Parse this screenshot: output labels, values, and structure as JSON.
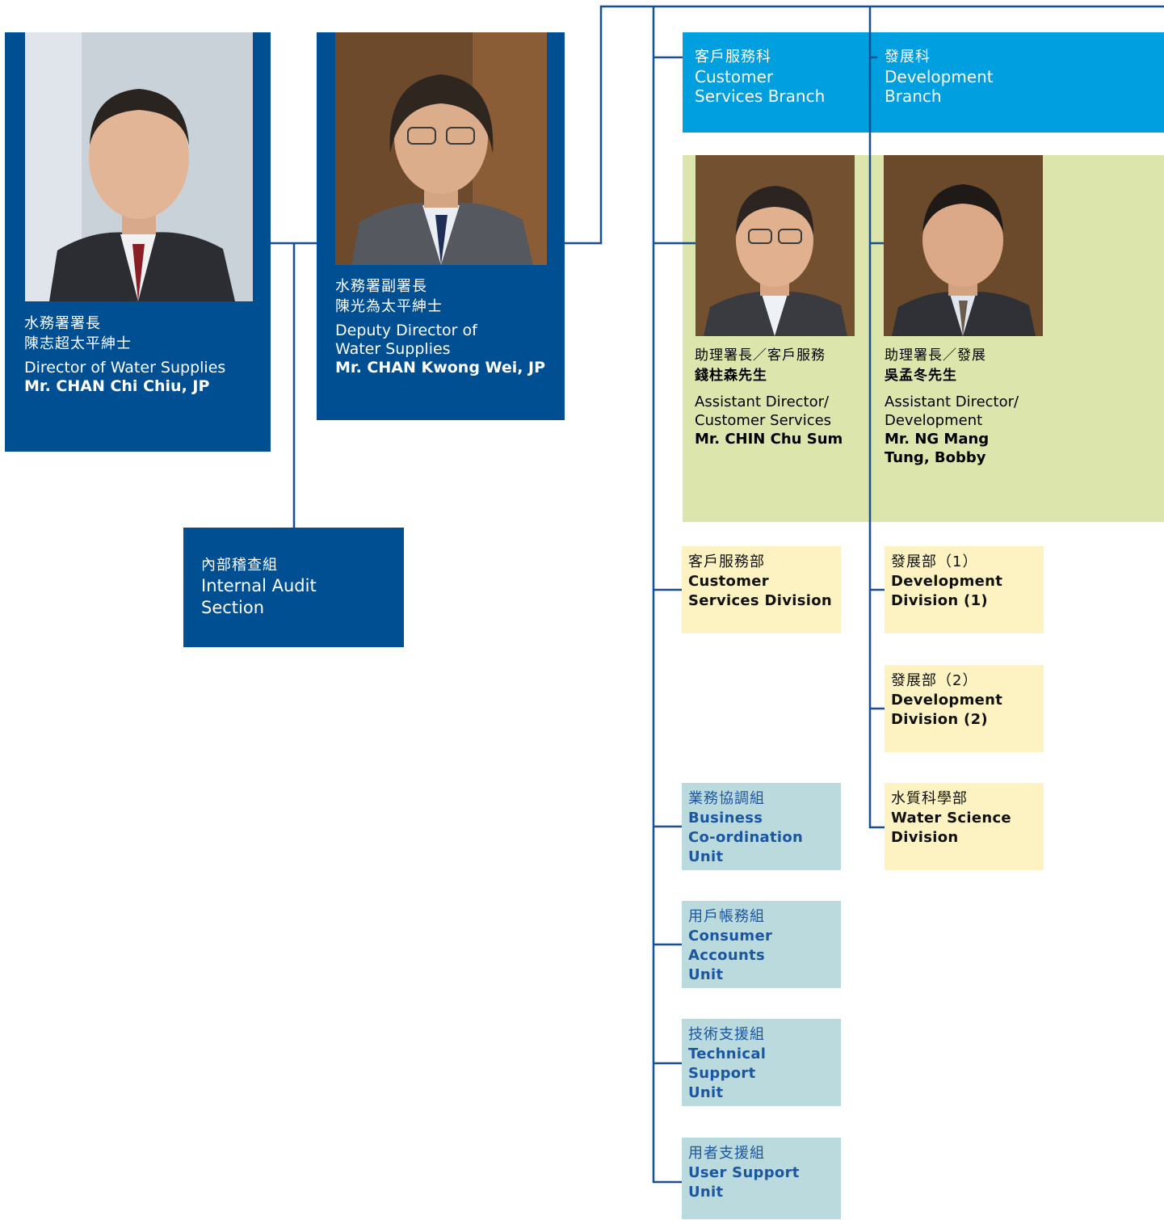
{
  "director": {
    "title_zh": "水務署署長",
    "name_zh": "陳志超太平紳士",
    "title_en": "Director of Water Supplies",
    "name_en": "Mr. CHAN Chi Chiu, JP"
  },
  "deputy": {
    "title_zh": "水務署副署長",
    "name_zh": "陳光為太平紳士",
    "title_en_1": "Deputy Director of",
    "title_en_2": "Water Supplies",
    "name_en": "Mr. CHAN Kwong Wei, JP"
  },
  "internal_audit": {
    "zh": "內部稽查組",
    "en_1": "Internal Audit",
    "en_2": "Section"
  },
  "branches": {
    "customer": {
      "zh": "客戶服務科",
      "en_1": "Customer",
      "en_2": "Services Branch"
    },
    "development": {
      "zh": "發展科",
      "en_1": "Development",
      "en_2": "Branch"
    }
  },
  "assistants": {
    "customer": {
      "title_zh": "助理署長／客戶服務",
      "name_zh": "錢柱森先生",
      "title_en_1": "Assistant Director/",
      "title_en_2": "Customer Services",
      "name_en": "Mr. CHIN Chu Sum"
    },
    "development": {
      "title_zh": "助理署長／發展",
      "name_zh": "吳孟冬先生",
      "title_en_1": "Assistant Director/",
      "title_en_2": "Development",
      "name_en_1": "Mr. NG Mang",
      "name_en_2": "Tung, Bobby"
    }
  },
  "divisions": {
    "customer_services": {
      "zh": "客戶服務部",
      "en_1": "Customer",
      "en_2": "Services Division"
    },
    "development_1": {
      "zh": "發展部（1）",
      "en_1": "Development",
      "en_2": "Division (1)"
    },
    "development_2": {
      "zh": "發展部（2）",
      "en_1": "Development",
      "en_2": "Division (2)"
    },
    "water_science": {
      "zh": "水質科學部",
      "en_1": "Water Science",
      "en_2": "Division"
    }
  },
  "units": {
    "business": {
      "zh": "業務協調組",
      "en_1": "Business",
      "en_2": "Co-ordination",
      "en_3": "Unit"
    },
    "consumer": {
      "zh": "用戶帳務組",
      "en_1": "Consumer",
      "en_2": "Accounts",
      "en_3": "Unit"
    },
    "technical": {
      "zh": "技術支援組",
      "en_1": "Technical",
      "en_2": "Support",
      "en_3": "Unit"
    },
    "user_support": {
      "zh": "用者支援組",
      "en_1": "User Support",
      "en_2": "Unit"
    }
  },
  "colors": {
    "navy": "#004f92",
    "cyan": "#009fe0",
    "green": "#dce5ab",
    "yellow": "#fdf2c2",
    "teal": "#bbdadd",
    "line": "#1a4f8f"
  }
}
